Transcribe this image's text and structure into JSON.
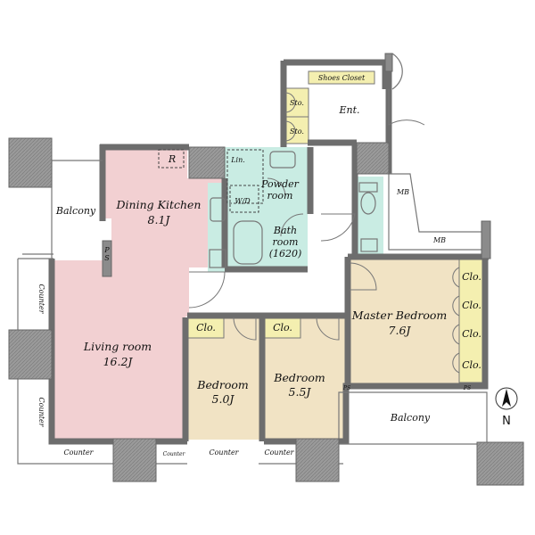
{
  "rooms": {
    "shoes_closet": "Shoes Closet",
    "sto1": "Sto.",
    "sto2": "Sto.",
    "entrance": "Ent.",
    "refrigerator": "R",
    "linen": "Lin.",
    "powder_room": "Powder",
    "powder_room_2": "room",
    "washer_dryer": "W/D",
    "bath": "Bath",
    "bath_2": "room",
    "bath_size": "(1620)",
    "dining_kitchen": "Dining Kitchen",
    "dining_kitchen_size": "8.1J",
    "balcony_west": "Balcony",
    "ps_top": "P",
    "ps_bottom": "S",
    "mb_upper": "MB",
    "mb_lower": "MB",
    "living_room": "Living room",
    "living_room_size": "16.2J",
    "counter_left_top": "Counter",
    "counter_left_bottom": "Counter",
    "counter_bottom_left": "Counter",
    "counter_bottom_small": "Counter",
    "counter_bedroom1": "Counter",
    "counter_bedroom2": "Counter",
    "closet_bedroom1": "Clo.",
    "closet_bedroom2": "Clo.",
    "bedroom1": "Bedroom",
    "bedroom1_size": "5.0J",
    "bedroom2": "Bedroom",
    "bedroom2_size": "5.5J",
    "master_bedroom": "Master Bedroom",
    "master_bedroom_size": "7.6J",
    "master_closets": [
      "Clo.",
      "Clo.",
      "Clo.",
      "Clo."
    ],
    "ps_left": "PS",
    "ps_right": "PS",
    "balcony_south": "Balcony"
  },
  "compass": {
    "label": "N"
  },
  "colors": {
    "living_dining": "#f2d0d2",
    "bedrooms": "#f1e3c4",
    "wet_area": "#c9ece3",
    "closet": "#f4efb0",
    "balcony": "#ffffff",
    "wall": "#6d6d6d",
    "column": "#8b8b8b"
  }
}
